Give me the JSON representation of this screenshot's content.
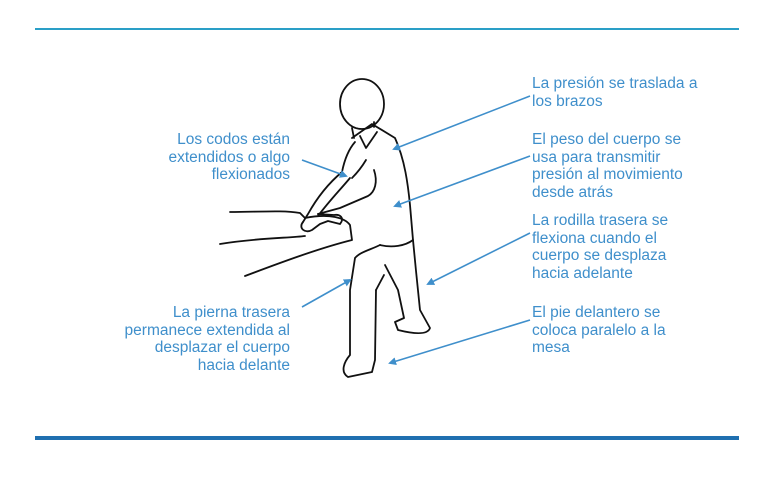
{
  "colors": {
    "accent": "#3f8fcb",
    "rule_top": "#2a9fc7",
    "rule_bottom": "#1f6fb0",
    "stroke": "#111111"
  },
  "labels": {
    "elbows": [
      "Los codos están",
      "extendidos o algo",
      "flexionados"
    ],
    "back_leg": [
      "La pierna trasera",
      "permanece extendida al",
      "desplazar el cuerpo",
      "hacia delante"
    ],
    "pressure": [
      "La presión se traslada a",
      "los brazos"
    ],
    "body_weight": [
      "El peso del cuerpo se",
      "usa para transmitir",
      "presión al movimiento",
      "desde atrás"
    ],
    "back_knee": [
      "La rodilla trasera se",
      "flexiona cuando el",
      "cuerpo se desplaza",
      "hacia adelante"
    ],
    "front_foot": [
      "El pie delantero se",
      "coloca paralelo a la",
      "mesa"
    ]
  }
}
